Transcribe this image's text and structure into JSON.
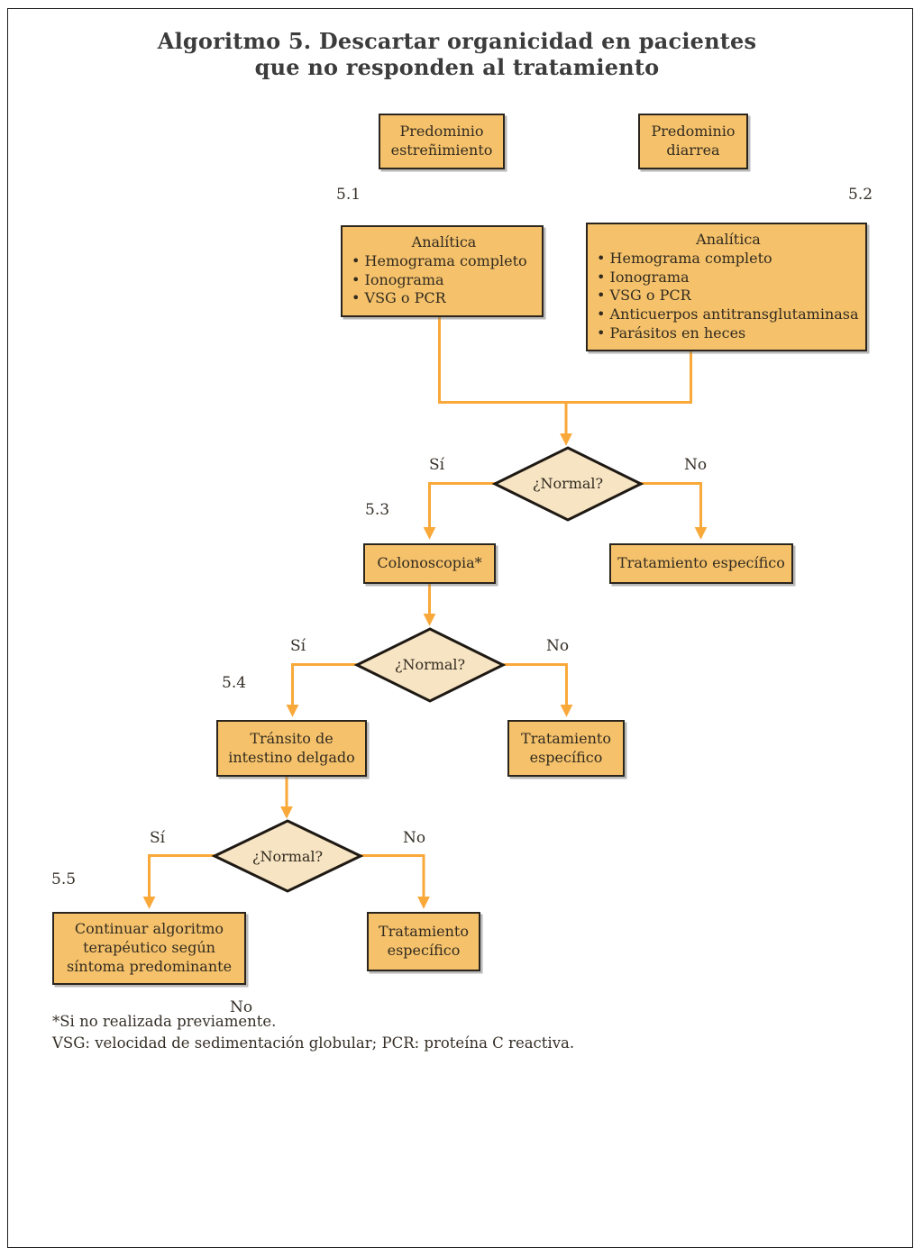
{
  "title": {
    "line1": "Algoritmo 5. Descartar organicidad en pacientes",
    "line2": "que no responden al tratamiento"
  },
  "colors": {
    "box_fill": "#F5C26B",
    "diamond_fill": "#F7E4C3",
    "connector": "#F9A83A"
  },
  "nodes": {
    "predominio_estrenimiento": {
      "line1": "Predominio",
      "line2": "estreñimiento"
    },
    "predominio_diarrea": {
      "line1": "Predominio",
      "line2": "diarrea"
    },
    "analitica_izq": {
      "title": "Analítica",
      "items": [
        "Hemograma completo",
        "Ionograma",
        "VSG o PCR"
      ]
    },
    "analitica_der": {
      "title": "Analítica",
      "items": [
        "Hemograma completo",
        "Ionograma",
        "VSG o PCR",
        "Anticuerpos antitransglutaminasa",
        "Parásitos en heces"
      ]
    },
    "colonoscopia": {
      "label": "Colonoscopia*"
    },
    "tratamiento_1": {
      "label": "Tratamiento específico"
    },
    "transito": {
      "line1": "Tránsito de",
      "line2": "intestino delgado"
    },
    "tratamiento_2": {
      "line1": "Tratamiento",
      "line2": "específico"
    },
    "continuar": {
      "line1": "Continuar algoritmo",
      "line2": "terapéutico según",
      "line3": "síntoma predominante"
    },
    "tratamiento_3": {
      "line1": "Tratamiento",
      "line2": "específico"
    }
  },
  "decisions": {
    "d1": {
      "question": "¿Normal?",
      "yes": "Sí",
      "no": "No"
    },
    "d2": {
      "question": "¿Normal?",
      "yes": "Sí",
      "no": "No"
    },
    "d3": {
      "question": "¿Normal?",
      "yes": "Sí",
      "no": "No"
    }
  },
  "step_labels": {
    "s51": "5.1",
    "s52": "5.2",
    "s53": "5.3",
    "s54": "5.4",
    "s55": "5.5"
  },
  "stray_no": "No",
  "footnotes": {
    "line1": "*Si no realizada previamente.",
    "line2": "VSG: velocidad de sedimentación globular; PCR: proteína C reactiva."
  }
}
